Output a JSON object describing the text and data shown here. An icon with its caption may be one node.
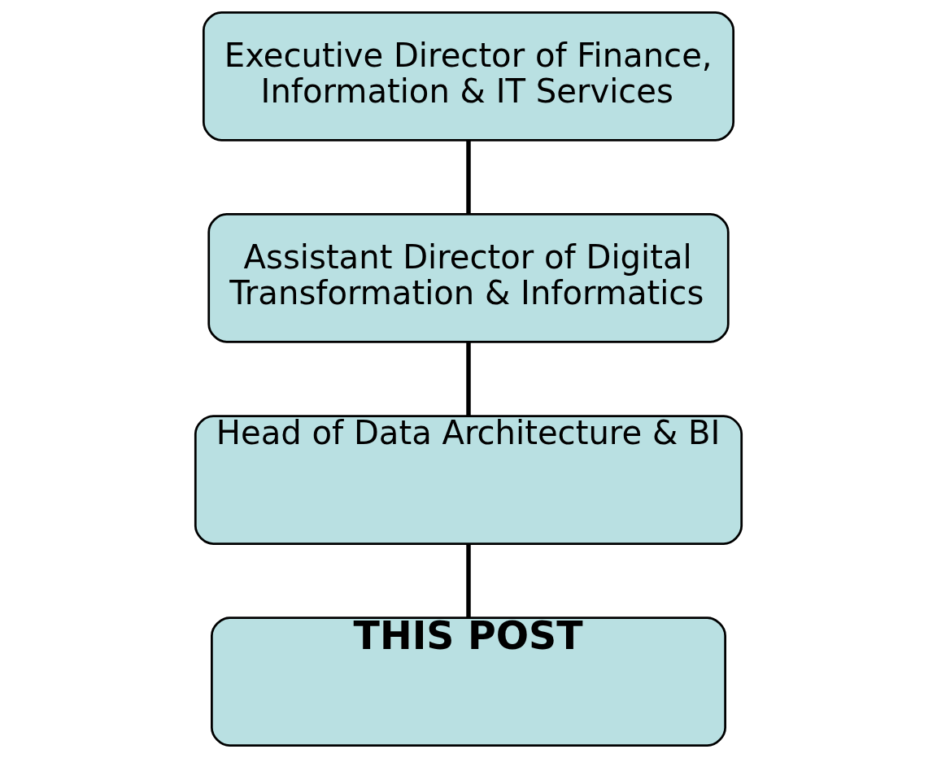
{
  "diagram": {
    "nodes": [
      {
        "text": [
          "Executive Director of Finance, Information & IT Services"
        ]
      },
      {
        "text": [
          "Assistant Director of Digital Transformation & Informatics"
        ]
      },
      {
        "text": [
          "Head of Data Architecture & BI"
        ]
      },
      {
        "text": [
          "THIS POST"
        ]
      }
    ],
    "edges": [
      {
        "from": 0,
        "to": 1,
        "arrow": "none"
      },
      {
        "from": 1,
        "to": 2,
        "arrow": "none"
      },
      {
        "from": 2,
        "to": 3,
        "arrow": "none"
      }
    ]
  }
}
